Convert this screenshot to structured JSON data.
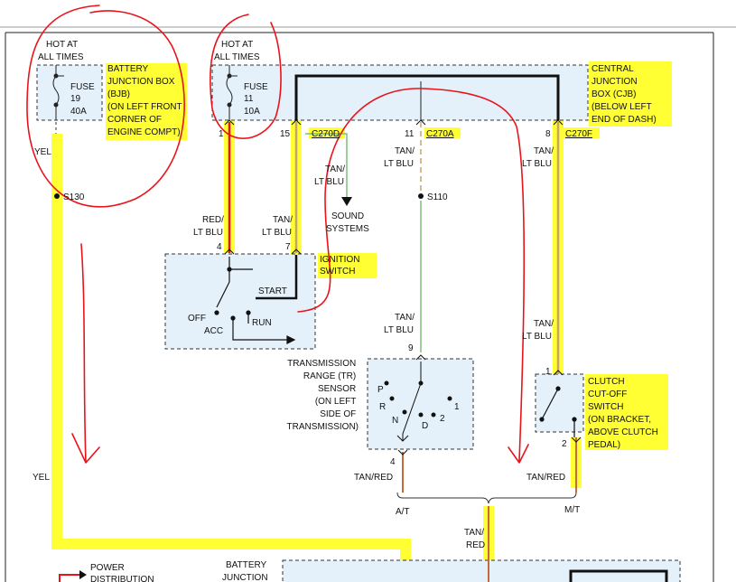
{
  "labels": {
    "hot1": [
      "HOT AT",
      "ALL TIMES"
    ],
    "hot2": [
      "HOT AT",
      "ALL TIMES"
    ],
    "bjb": [
      "BATTERY",
      "JUNCTION BOX",
      "(BJB)",
      "(ON LEFT FRONT",
      "CORNER OF",
      "ENGINE COMPT)"
    ],
    "fuse19": [
      "FUSE",
      "19",
      "40A"
    ],
    "fuse11": [
      "FUSE",
      "11",
      "10A"
    ],
    "cjb": [
      "CENTRAL",
      "JUNCTION",
      "BOX (CJB)",
      "(BELOW LEFT",
      "END OF DASH)"
    ],
    "pin1": "1",
    "pin15": "15",
    "pin11": "11",
    "pin8": "8",
    "c270d": "C270D",
    "c270a": "C270A",
    "c270f": "C270F",
    "yel_top": "YEL",
    "s130": "S130",
    "s110": "S110",
    "yel_bottom": "YEL",
    "red_lt_blu": [
      "RED/",
      "LT BLU"
    ],
    "tan_lt_blu_7": [
      "TAN/",
      "LT BLU"
    ],
    "tan_lt_blu_sound": [
      "TAN/",
      "LT BLU"
    ],
    "sound_systems": [
      "SOUND",
      "SYSTEMS"
    ],
    "tan_lt_blu_mid": [
      "TAN/",
      "LT BLU"
    ],
    "tan_lt_blu_right": [
      "TAN/",
      "LT BLU"
    ],
    "tan_lt_blu_tr": [
      "TAN/",
      "LT BLU"
    ],
    "tan_lt_blu_clutch": [
      "TAN/",
      "LT BLU"
    ],
    "pin4_ign": "4",
    "pin7_ign": "7",
    "ignition_switch": [
      "IGNITION",
      "SWITCH"
    ],
    "start": "START",
    "off": "OFF",
    "acc": "ACC",
    "run": "RUN",
    "tr_sensor": [
      "TRANSMISSION",
      "RANGE (TR)",
      "SENSOR",
      "(ON LEFT",
      "SIDE OF",
      "TRANSMISSION)"
    ],
    "pin9": "9",
    "pin4_tr": "4",
    "gears": [
      "P",
      "R",
      "N",
      "D",
      "2",
      "1"
    ],
    "clutch": [
      "CLUTCH",
      "CUT-OFF",
      "SWITCH",
      "(ON BRACKET,",
      "ABOVE CLUTCH",
      "PEDAL)"
    ],
    "pin1_cl": "1",
    "pin2_cl": "2",
    "tan_red_left": "TAN/RED",
    "tan_red_right": "TAN/RED",
    "at": "A/T",
    "mt": "M/T",
    "tan_red_bottom": [
      "TAN/",
      "RED"
    ],
    "power_distribution": [
      "POWER",
      "DISTRIBUTION"
    ],
    "battery_junction_bottom": [
      "BATTERY",
      "JUNCTION"
    ]
  },
  "colors": {
    "highlight": "#ffff33",
    "wire_red": "#e8141c",
    "wire_tan": "#c8a26a",
    "wire_ltblu": "#7fc4e8",
    "wire_green": "#7cbf7c",
    "annotation": "#e8141c",
    "box_fill": "#e4f1fa"
  }
}
